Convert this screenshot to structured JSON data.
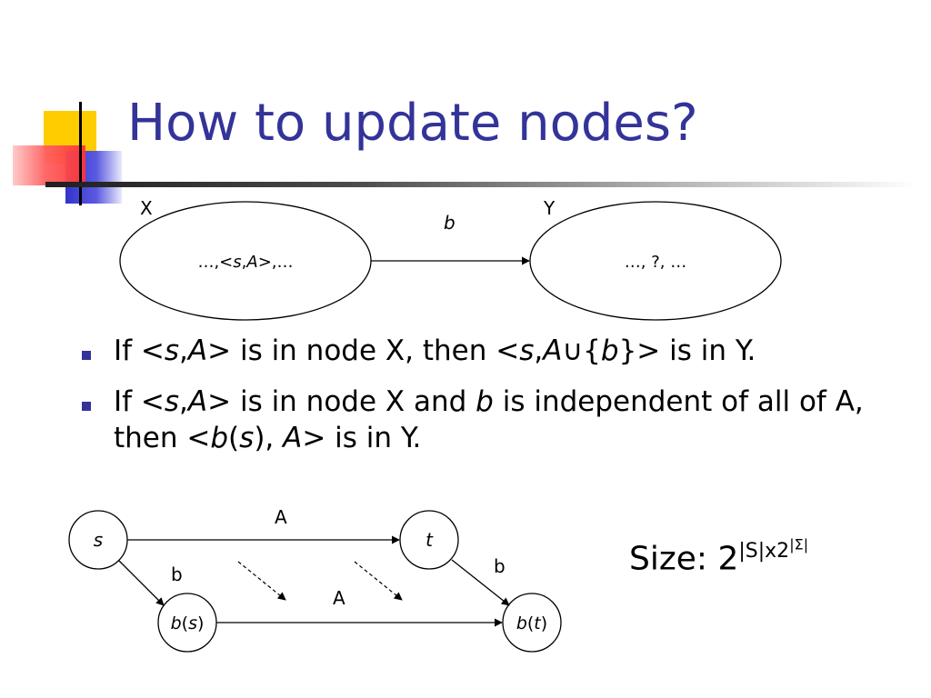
{
  "title": "How to update nodes?",
  "top_diagram": {
    "node_x": {
      "label": "X",
      "content_prefix": "…,<",
      "content_s": "s",
      "content_comma": ",",
      "content_a": "A",
      "content_suffix": ">,…"
    },
    "node_y": {
      "label": "Y",
      "content": "…, ?, …"
    },
    "edge_label": "b"
  },
  "bullets": [
    {
      "p1": "If <",
      "s": "s",
      "c": ",",
      "a": "A",
      "p2": "> is in node X, then <",
      "s2": "s",
      "c2": ",",
      "a2": "A",
      "union": "∪",
      "brace_open": "{",
      "b": "b",
      "brace_close": "}",
      "p3": "> is in Y."
    },
    {
      "p1": "If <",
      "s": "s",
      "c": ",",
      "a": "A",
      "p2": "> is in node X and ",
      "b": "b",
      "p3": " is independent of all of A, then <",
      "b2": "b",
      "paren_open": "(",
      "s2": "s",
      "paren_close": "), ",
      "a2": "A",
      "p4": "> is in Y."
    }
  ],
  "bottom_diagram": {
    "node_s": "s",
    "node_t": "t",
    "node_bs": {
      "fn": "b",
      "open": "(",
      "arg": "s",
      "close": ")"
    },
    "node_bt": {
      "fn": "b",
      "open": "(",
      "arg": "t",
      "close": ")"
    },
    "edge_top": "A",
    "edge_bottom": "A",
    "edge_left": "b",
    "edge_right": "b"
  },
  "size": {
    "label": "Size: 2",
    "exp_pre": "|S|x2",
    "exp_inner": "|Σ|"
  },
  "colors": {
    "title": "#333399",
    "bullet": "#333399",
    "deco_yellow": "#ffcc00",
    "deco_blue": "#3333cc",
    "deco_red": "#ff3333"
  }
}
